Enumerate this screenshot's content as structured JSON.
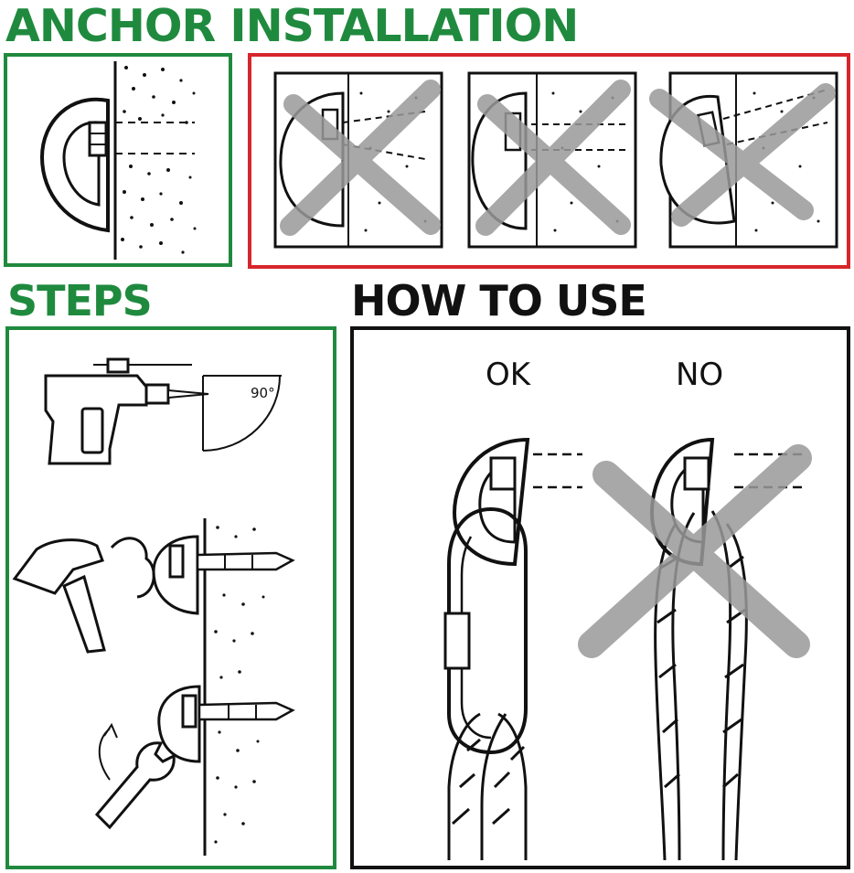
{
  "headings": {
    "anchor_installation": "ANCHOR INSTALLATION",
    "steps": "STEPS",
    "how_to_use": "HOW TO USE"
  },
  "steps_panel": {
    "angle_label": "90°"
  },
  "howto_panel": {
    "ok_label": "OK",
    "no_label": "NO"
  },
  "colors": {
    "green": "#1f8a3e",
    "red": "#d7262b",
    "black": "#111111",
    "cross_gray": "#9a9a9a"
  },
  "icons": [
    "anchor-hanger-icon",
    "wall-icon",
    "cross-icon",
    "drill-icon",
    "hammer-icon",
    "wrench-icon",
    "rope-icon",
    "carabiner-icon"
  ]
}
